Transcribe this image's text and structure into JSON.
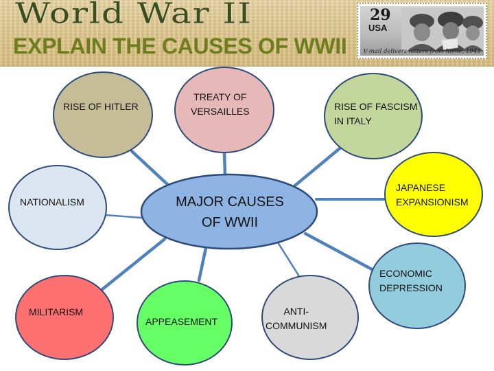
{
  "header": {
    "title": "World War II",
    "subtitle": "EXPLAIN THE CAUSES OF WWII",
    "stamp": {
      "value": "29",
      "country": "USA",
      "caption": "V-mail delivers letters from home, 1943"
    }
  },
  "diagram": {
    "center": {
      "label": "MAJOR CAUSES\nOF WWII",
      "fill": "#8db4e2"
    },
    "nodes": [
      {
        "id": "rise-of-hitler",
        "label": "RISE OF HITLER",
        "fill": "#c4bd97"
      },
      {
        "id": "treaty-of-versailles",
        "label": "TREATY OF\nVERSAILLES",
        "fill": "#e6b9b8"
      },
      {
        "id": "rise-of-fascism",
        "label": "RISE OF FASCISM\nIN ITALY",
        "fill": "#c3d69b"
      },
      {
        "id": "nationalism",
        "label": "NATIONALISM",
        "fill": "#dce6f2"
      },
      {
        "id": "japanese-expansionism",
        "label": "JAPANESE\nEXPANSIONISM",
        "fill": "#ffff00"
      },
      {
        "id": "economic-depression",
        "label": "ECONOMIC\nDEPRESSION",
        "fill": "#93cddd"
      },
      {
        "id": "militarism",
        "label": "MILITARISM",
        "fill": "#ff7171"
      },
      {
        "id": "appeasement",
        "label": "APPEASEMENT",
        "fill": "#66ff66"
      },
      {
        "id": "anti-communism",
        "label": "ANTI-\nCOMMUNISM",
        "fill": "#d9d9d9"
      }
    ],
    "colors": {
      "outline": "#2e4a7a",
      "connector": "#4f81bd"
    }
  }
}
